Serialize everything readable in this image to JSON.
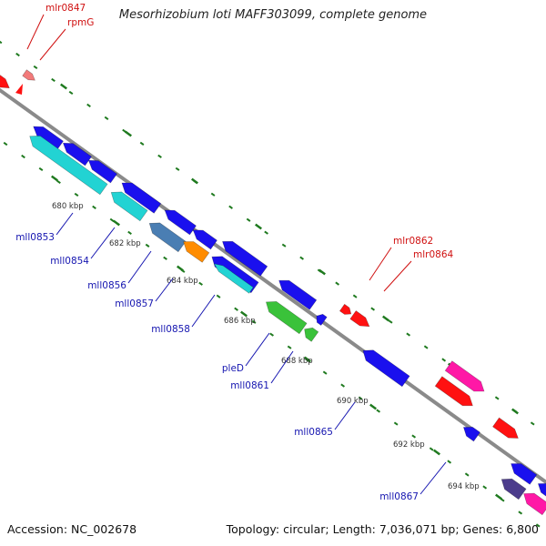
{
  "title": "Mesorhizobium loti MAFF303099, complete genome",
  "footer": {
    "accession": "Accession: NC_002678",
    "summary": "Topology: circular; Length: 7,036,071 bp; Genes: 6,800"
  },
  "colors": {
    "backbone": "#8a8a8a",
    "scale_tick": "#1f7a1f",
    "forward_label": "#d01010",
    "reverse_label": "#1515b0",
    "blue": "#1a10ee",
    "cyan": "#22d3d3",
    "steel": "#4a7eb3",
    "orange": "#ff8c00",
    "green": "#3ac23a",
    "red": "#ff1111",
    "salmon": "#f27a7a",
    "magenta": "#ff18a6",
    "purple": "#4c3c8c"
  },
  "scale_labels": [
    {
      "id": "680kbp",
      "text": "680 kbp"
    },
    {
      "id": "682kbp",
      "text": "682 kbp"
    },
    {
      "id": "684kbp",
      "text": "684 kbp"
    },
    {
      "id": "686kbp",
      "text": "686 kbp"
    },
    {
      "id": "688kbp",
      "text": "688 kbp"
    },
    {
      "id": "690kbp",
      "text": "690 kbp"
    },
    {
      "id": "692kbp",
      "text": "692 kbp"
    },
    {
      "id": "694kbp",
      "text": "694 kbp"
    }
  ],
  "gene_labels": [
    {
      "id": "mlr0847",
      "text": "mlr0847",
      "strand": "forward"
    },
    {
      "id": "rpmG",
      "text": "rpmG",
      "strand": "forward"
    },
    {
      "id": "mlr0862",
      "text": "mlr0862",
      "strand": "forward"
    },
    {
      "id": "mlr0864",
      "text": "mlr0864",
      "strand": "forward"
    },
    {
      "id": "mll0853",
      "text": "mll0853",
      "strand": "reverse"
    },
    {
      "id": "mll0854",
      "text": "mll0854",
      "strand": "reverse"
    },
    {
      "id": "mll0856",
      "text": "mll0856",
      "strand": "reverse"
    },
    {
      "id": "mll0857",
      "text": "mll0857",
      "strand": "reverse"
    },
    {
      "id": "mll0858",
      "text": "mll0858",
      "strand": "reverse"
    },
    {
      "id": "pleD",
      "text": "pleD",
      "strand": "reverse"
    },
    {
      "id": "mll0861",
      "text": "mll0861",
      "strand": "reverse"
    },
    {
      "id": "mll0865",
      "text": "mll0865",
      "strand": "reverse"
    },
    {
      "id": "mll0867",
      "text": "mll0867",
      "strand": "reverse"
    }
  ]
}
